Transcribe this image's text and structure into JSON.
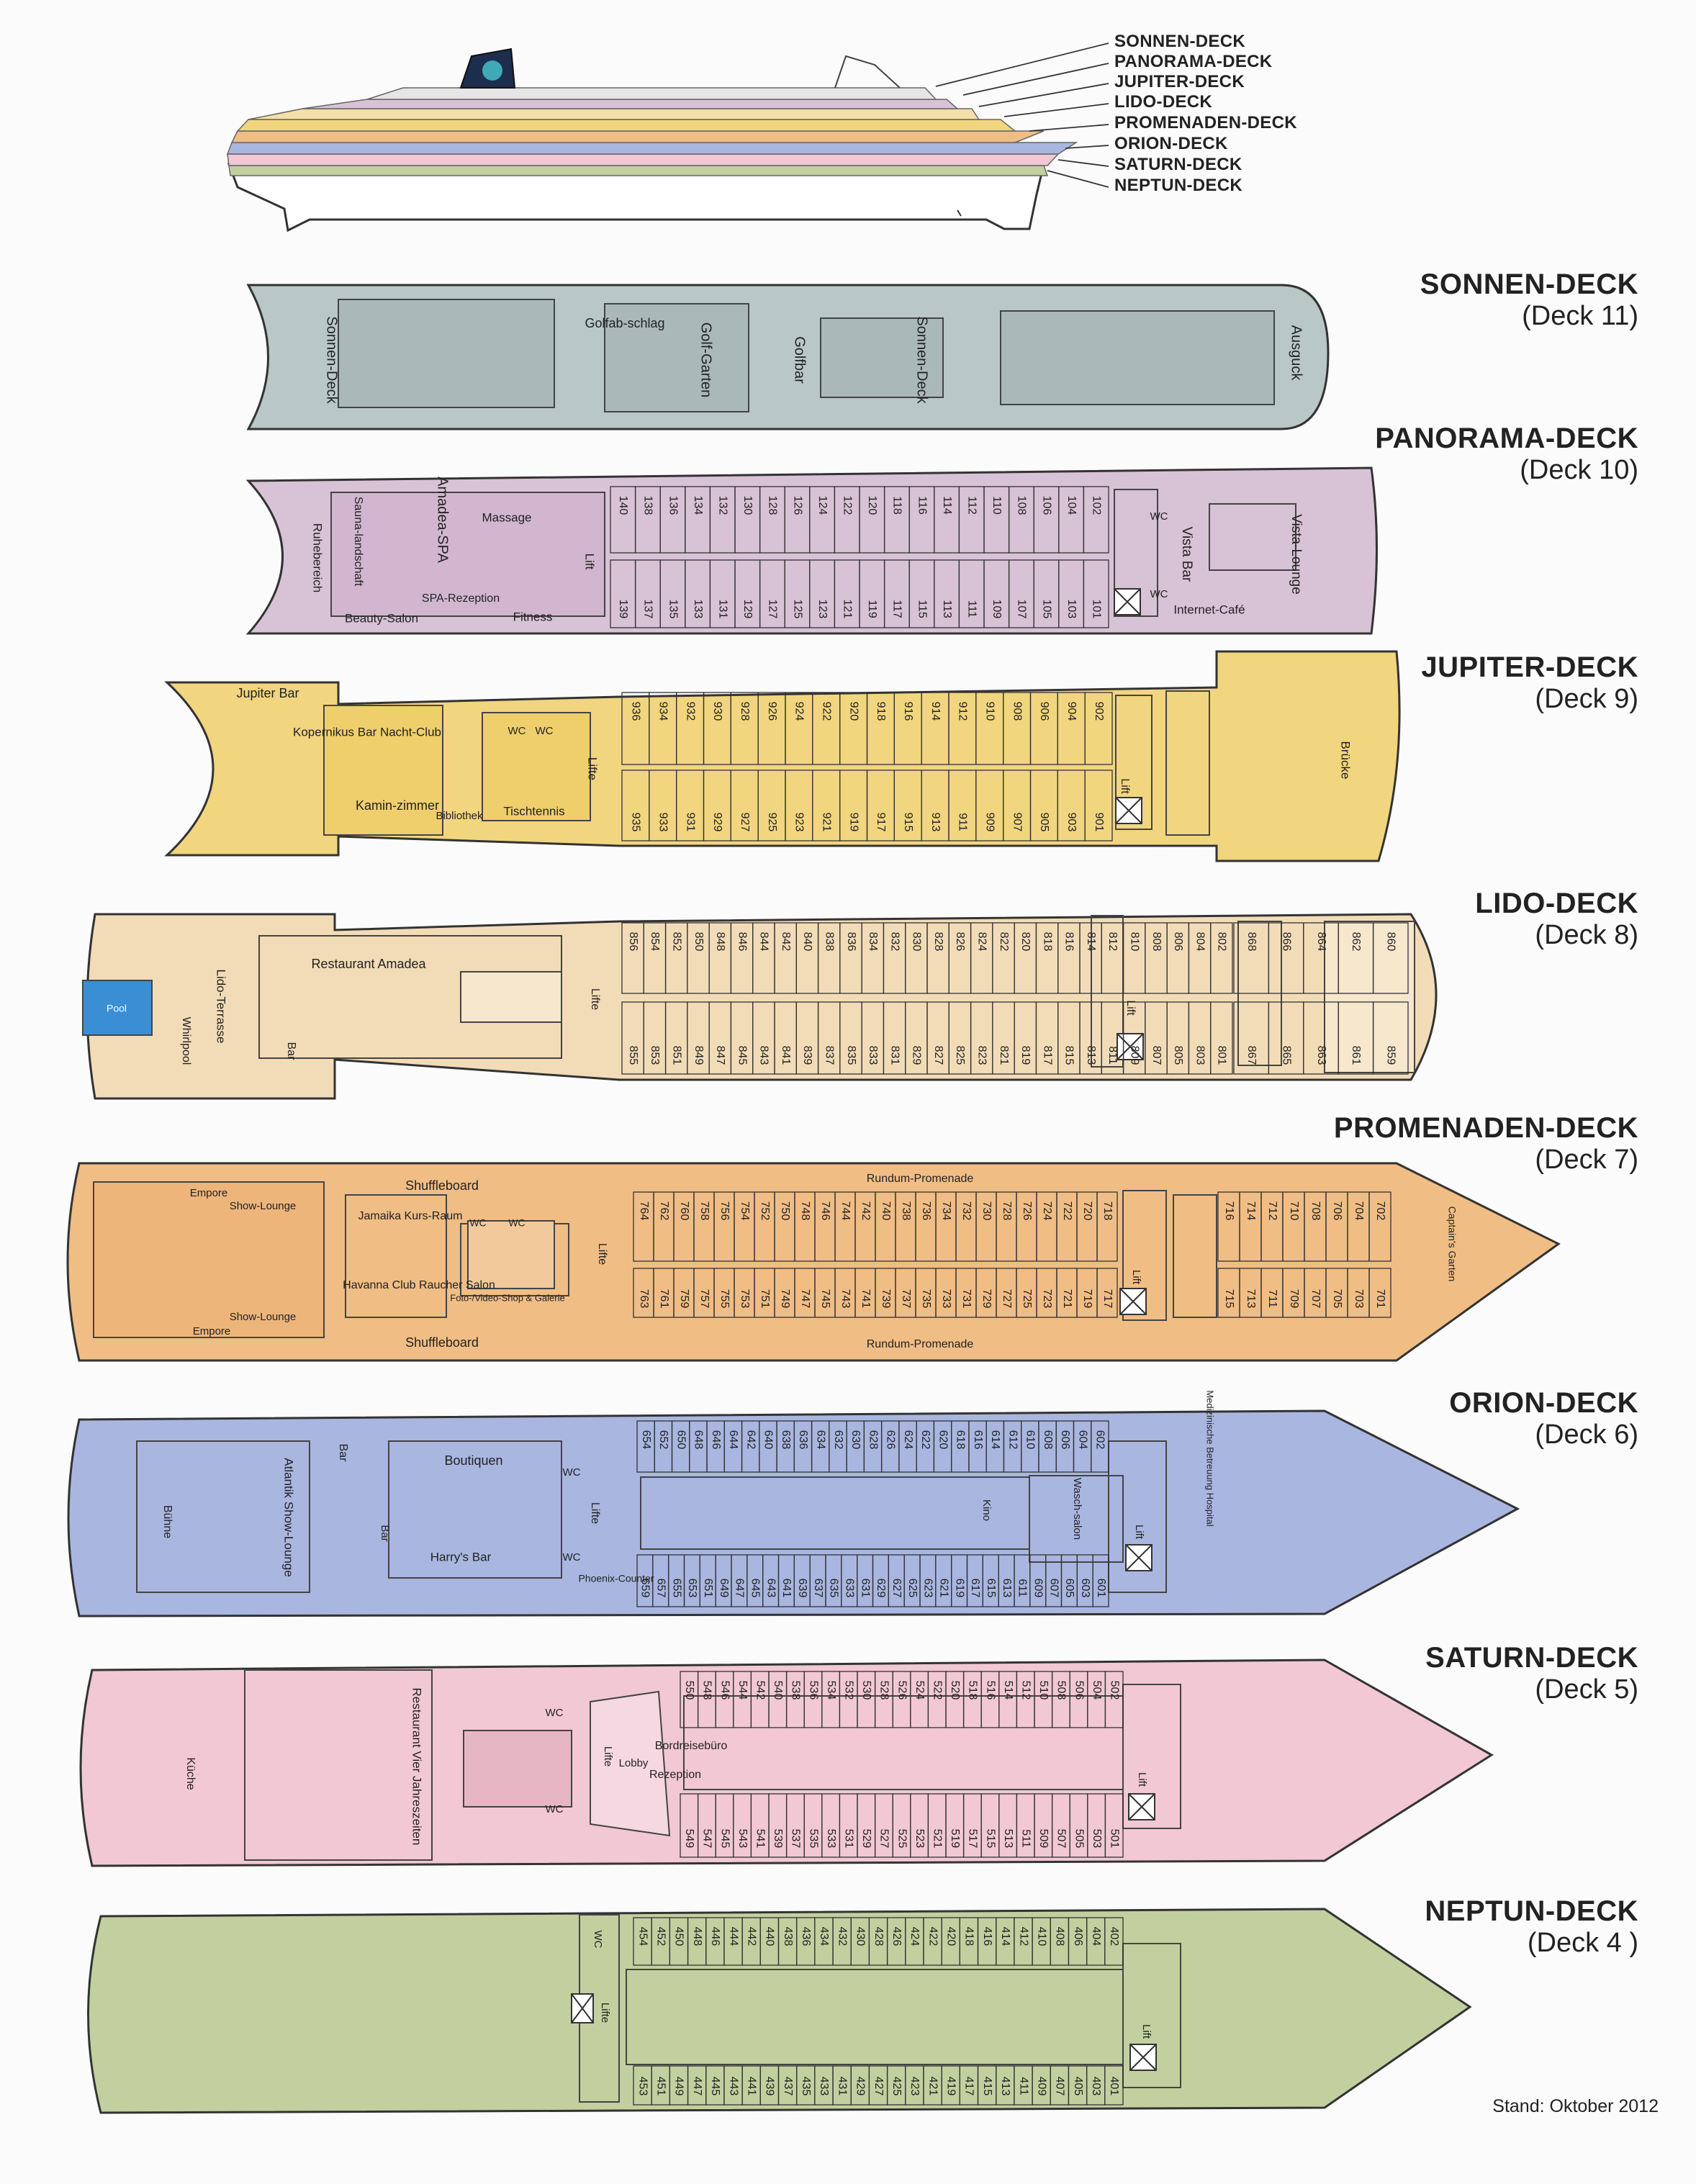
{
  "side_view": {
    "labels": [
      "SONNEN-DECK",
      "PANORAMA-DECK",
      "JUPITER-DECK",
      "LIDO-DECK",
      "PROMENADEN-DECK",
      "ORION-DECK",
      "SATURN-DECK",
      "NEPTUN-DECK"
    ]
  },
  "decks": [
    {
      "id": "sonnen",
      "name": "SONNEN-DECK",
      "number": "(Deck 11)",
      "color": "#b9c7c6",
      "labels": [
        "Sonnen-Deck",
        "Golfab-schlag",
        "Golf-Garten",
        "Golfbar",
        "Sonnen-Deck",
        "Ausguck"
      ],
      "cabins_top": [],
      "cabins_bottom": []
    },
    {
      "id": "panorama",
      "name": "PANORAMA-DECK",
      "number": "(Deck 10)",
      "color": "#d8c2d6",
      "labels": [
        "Ruhebereich",
        "Sauna-landschaft",
        "Amadea-SPA",
        "Massage",
        "SPA-Rezeption",
        "Beauty-Salon",
        "Fitness",
        "Lift",
        "Vista Bar",
        "Vista-Lounge",
        "Internet-Café",
        "WC",
        "WC"
      ],
      "cabins_top": [
        "140",
        "138",
        "136",
        "134",
        "132",
        "130",
        "128",
        "126",
        "124",
        "122",
        "120",
        "118",
        "116",
        "114",
        "112",
        "110",
        "108",
        "106",
        "104",
        "102"
      ],
      "cabins_bottom": [
        "139",
        "137",
        "135",
        "133",
        "131",
        "129",
        "127",
        "125",
        "123",
        "121",
        "119",
        "117",
        "115",
        "113",
        "111",
        "109",
        "107",
        "105",
        "103",
        "101"
      ]
    },
    {
      "id": "jupiter",
      "name": "JUPITER-DECK",
      "number": "(Deck 9)",
      "color": "#f1d57f",
      "labels": [
        "Jupiter Bar",
        "Kopernikus Bar Nacht-Club",
        "Kamin-zimmer",
        "Bibliothek",
        "Tischtennis",
        "WC",
        "WC",
        "Lifte",
        "Lift",
        "Brücke"
      ],
      "cabins_top": [
        "936",
        "934",
        "932",
        "930",
        "928",
        "926",
        "924",
        "922",
        "920",
        "918",
        "916",
        "914",
        "912",
        "910",
        "908",
        "906",
        "904",
        "902"
      ],
      "cabins_bottom": [
        "935",
        "933",
        "931",
        "929",
        "927",
        "925",
        "923",
        "921",
        "919",
        "917",
        "915",
        "913",
        "911",
        "909",
        "907",
        "905",
        "903",
        "901"
      ]
    },
    {
      "id": "lido",
      "name": "LIDO-DECK",
      "number": "(Deck 8)",
      "color": "#f2dcb8",
      "labels": [
        "Pool",
        "Whirlpool",
        "Lido-Terrasse",
        "Restaurant Amadea",
        "Bar",
        "Lifte",
        "Lift"
      ],
      "cabins_top": [
        "856",
        "854",
        "852",
        "850",
        "848",
        "846",
        "844",
        "842",
        "840",
        "838",
        "836",
        "834",
        "832",
        "830",
        "828",
        "826",
        "824",
        "822",
        "820",
        "818",
        "816",
        "814",
        "812",
        "810",
        "808",
        "806",
        "804",
        "802",
        "868",
        "866",
        "864",
        "862",
        "860"
      ],
      "cabins_bottom": [
        "855",
        "853",
        "851",
        "849",
        "847",
        "845",
        "843",
        "841",
        "839",
        "837",
        "835",
        "833",
        "831",
        "829",
        "827",
        "825",
        "823",
        "821",
        "819",
        "817",
        "815",
        "813",
        "811",
        "809",
        "807",
        "805",
        "803",
        "801",
        "867",
        "865",
        "863",
        "861",
        "859"
      ]
    },
    {
      "id": "promenaden",
      "name": "PROMENADEN-DECK",
      "number": "(Deck 7)",
      "color": "#f0bd85",
      "labels": [
        "Shuffleboard",
        "Rundum-Promenade",
        "Empore",
        "Show-Lounge",
        "Show-Lounge",
        "Empore",
        "Jamaika Kurs-Raum",
        "WC",
        "WC",
        "Havanna Club Raucher Salon",
        "Foto-/Video-Shop & Galerie",
        "Lifte",
        "Shuffleboard",
        "Rundum-Promenade",
        "Lift",
        "Captain's Garten"
      ],
      "cabins_top": [
        "764",
        "762",
        "760",
        "758",
        "756",
        "754",
        "752",
        "750",
        "748",
        "746",
        "744",
        "742",
        "740",
        "738",
        "736",
        "734",
        "732",
        "730",
        "728",
        "726",
        "724",
        "722",
        "720",
        "718",
        "716",
        "714",
        "712",
        "710",
        "708",
        "706",
        "704",
        "702"
      ],
      "cabins_bottom": [
        "763",
        "761",
        "759",
        "757",
        "755",
        "753",
        "751",
        "749",
        "747",
        "745",
        "743",
        "741",
        "739",
        "737",
        "735",
        "733",
        "731",
        "729",
        "727",
        "725",
        "723",
        "721",
        "719",
        "717",
        "715",
        "713",
        "711",
        "709",
        "707",
        "705",
        "703",
        "701"
      ]
    },
    {
      "id": "orion",
      "name": "ORION-DECK",
      "number": "(Deck 6)",
      "color": "#a9b6e0",
      "labels": [
        "Bühne",
        "Atlantik Show-Lounge",
        "Bar",
        "Bar",
        "Boutiquen",
        "Harry's Bar",
        "WC",
        "WC",
        "Lifte",
        "Phoenix-Counter",
        "Kino",
        "Wasch-salon",
        "Medizinische Betreuung Hospital",
        "Lift"
      ],
      "cabins_top": [
        "654",
        "652",
        "650",
        "648",
        "646",
        "644",
        "642",
        "640",
        "638",
        "636",
        "634",
        "632",
        "630",
        "628",
        "626",
        "624",
        "622",
        "620",
        "618",
        "616",
        "614",
        "612",
        "610",
        "608",
        "606",
        "604",
        "602"
      ],
      "cabins_bottom": [
        "659",
        "657",
        "655",
        "653",
        "651",
        "649",
        "647",
        "645",
        "643",
        "641",
        "639",
        "637",
        "635",
        "633",
        "631",
        "629",
        "627",
        "625",
        "623",
        "621",
        "619",
        "617",
        "615",
        "613",
        "611",
        "609",
        "607",
        "605",
        "603",
        "601"
      ]
    },
    {
      "id": "saturn",
      "name": "SATURN-DECK",
      "number": "(Deck 5)",
      "color": "#f1c8d4",
      "labels": [
        "Küche",
        "Restaurant Vier Jahreszeiten",
        "WC",
        "WC",
        "Lifte",
        "Lobby",
        "Bordreisebüro",
        "Rezeption",
        "Lift"
      ],
      "cabins_top": [
        "550",
        "548",
        "546",
        "544",
        "542",
        "540",
        "538",
        "536",
        "534",
        "532",
        "530",
        "528",
        "526",
        "524",
        "522",
        "520",
        "518",
        "516",
        "514",
        "512",
        "510",
        "508",
        "506",
        "504",
        "502"
      ],
      "cabins_bottom": [
        "549",
        "547",
        "545",
        "543",
        "541",
        "539",
        "537",
        "535",
        "533",
        "531",
        "529",
        "527",
        "525",
        "523",
        "521",
        "519",
        "517",
        "515",
        "513",
        "511",
        "509",
        "507",
        "505",
        "503",
        "501"
      ]
    },
    {
      "id": "neptun",
      "name": "NEPTUN-DECK",
      "number": "(Deck 4 )",
      "color": "#c2d09f",
      "labels": [
        "WC",
        "Lifte",
        "Lift"
      ],
      "cabins_top": [
        "454",
        "452",
        "450",
        "448",
        "446",
        "444",
        "442",
        "440",
        "438",
        "436",
        "434",
        "432",
        "430",
        "428",
        "426",
        "424",
        "422",
        "420",
        "418",
        "416",
        "414",
        "412",
        "410",
        "408",
        "406",
        "404",
        "402"
      ],
      "cabins_bottom": [
        "453",
        "451",
        "449",
        "447",
        "445",
        "443",
        "441",
        "439",
        "437",
        "435",
        "433",
        "431",
        "429",
        "427",
        "425",
        "423",
        "421",
        "419",
        "417",
        "415",
        "413",
        "411",
        "409",
        "407",
        "405",
        "403",
        "401"
      ]
    }
  ],
  "footer": {
    "stand": "Stand: Oktober 2012"
  }
}
